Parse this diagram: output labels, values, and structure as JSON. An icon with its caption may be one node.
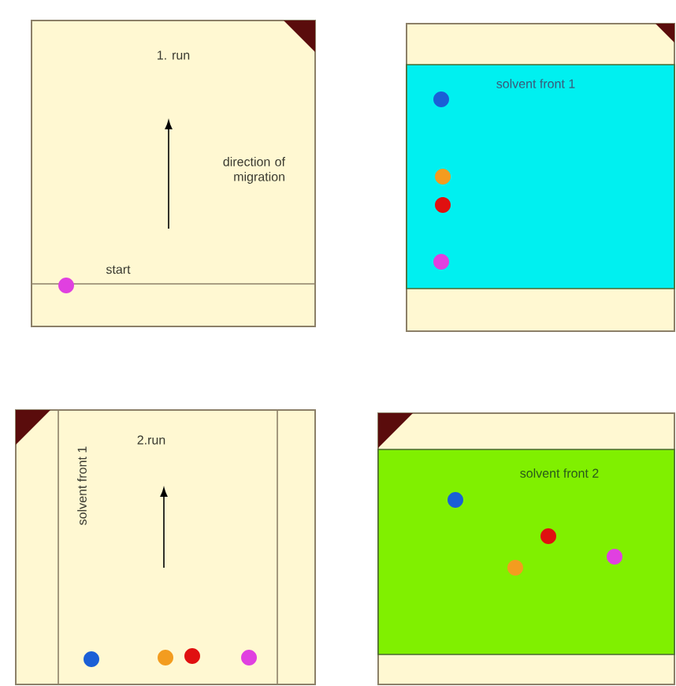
{
  "diagram": {
    "nodes": [
      {
        "text": [
          "1. run",
          "direction of migration",
          "start"
        ]
      },
      {
        "text": [
          "solvent front 1"
        ]
      },
      {
        "text": [
          "2.run",
          "solvent front 1"
        ]
      },
      {
        "text": [
          "solvent front 2"
        ]
      }
    ]
  }
}
